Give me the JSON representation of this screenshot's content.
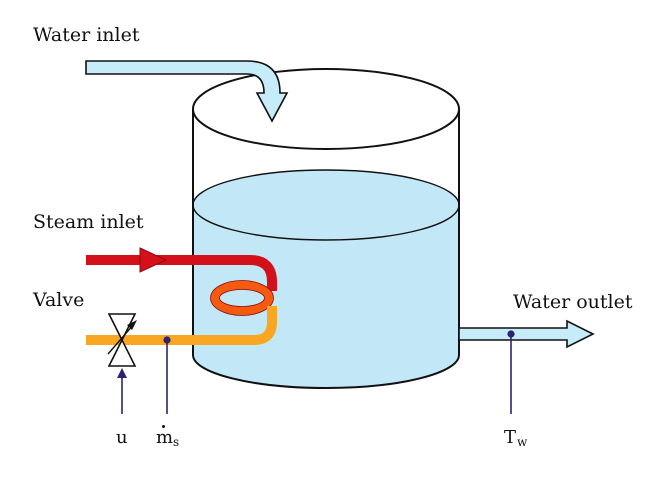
{
  "labels": {
    "water_inlet": "Water inlet",
    "steam_inlet": "Steam inlet",
    "valve": "Valve",
    "water_outlet": "Water outlet"
  },
  "signals": {
    "u": "u",
    "ms_main": "m",
    "ms_sub": "s",
    "tw_main": "T",
    "tw_sub": "w"
  },
  "colors": {
    "water": "#c2e8f7",
    "water_pipe": "#c6ecfa",
    "steam_red": "#d4101a",
    "coil_orange": "#f45a10",
    "condensate_orange": "#f9a623",
    "outline": "#111111",
    "sensor": "#2b2473"
  }
}
